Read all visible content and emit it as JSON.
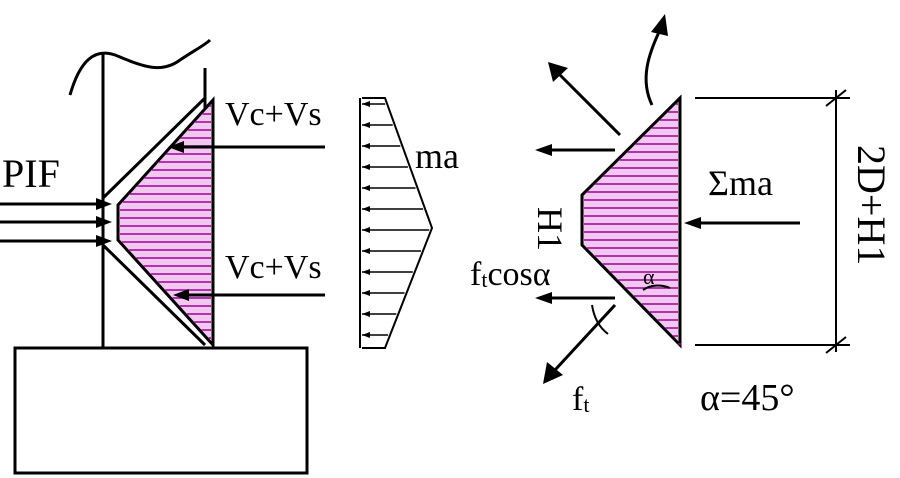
{
  "labels": {
    "pif": "PIF",
    "vcvs_top": "Vc+Vs",
    "vcvs_bottom": "Vc+Vs",
    "ma": "ma",
    "sigma_ma": "Σma",
    "h1": "H1",
    "ft_base": "f",
    "ft_sub": "t",
    "ft_cos_f": "f",
    "ft_cos_sub": "t",
    "ft_cos_rest": "cosα",
    "alpha_small": "α",
    "alpha_eq": "α=45°",
    "dimension": "2D+H1"
  },
  "colors": {
    "hatch_fill": "#f0c8f0",
    "hatch_line": "#a0009a",
    "ink": "#000000"
  }
}
